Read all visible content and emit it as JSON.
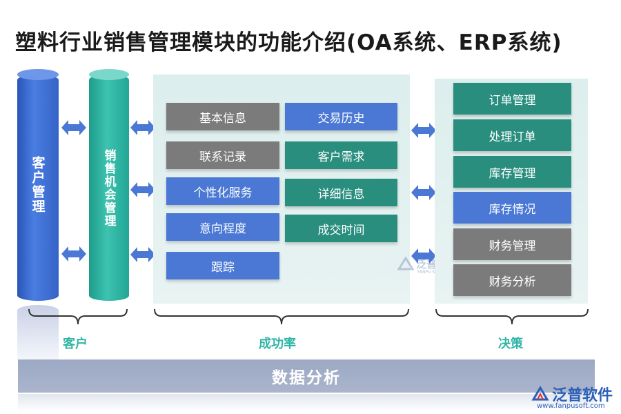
{
  "title": "塑料行业销售管理模块的功能介绍(OA系统、ERP系统)",
  "left": {
    "customer_mgmt": "客户管理",
    "sales_opportunity": "销售机会管理"
  },
  "middle": {
    "col1": [
      "基本信息",
      "联系记录",
      "个性化服务",
      "意向程度",
      "跟踪"
    ],
    "col2": [
      "交易历史",
      "客户需求",
      "详细信息",
      "成交时间"
    ]
  },
  "right": [
    "订单管理",
    "处理订单",
    "库存管理",
    "库存情况",
    "财务管理",
    "财务分析"
  ],
  "groups": {
    "customer": "客户",
    "success_rate": "成功率",
    "decision": "决策"
  },
  "bottom_bar": "数据分析",
  "logo": {
    "name": "泛普软件",
    "url": "www.fanpusoft.com"
  },
  "watermark": {
    "name": "泛普软件",
    "sub": "FANPU SOFTWARE"
  },
  "colors": {
    "blue": "#4a78d4",
    "teal": "#2a8e7f",
    "gray": "#7b7b7b",
    "label_teal": "#2fb5a6",
    "arrow": "#4a78d4"
  }
}
